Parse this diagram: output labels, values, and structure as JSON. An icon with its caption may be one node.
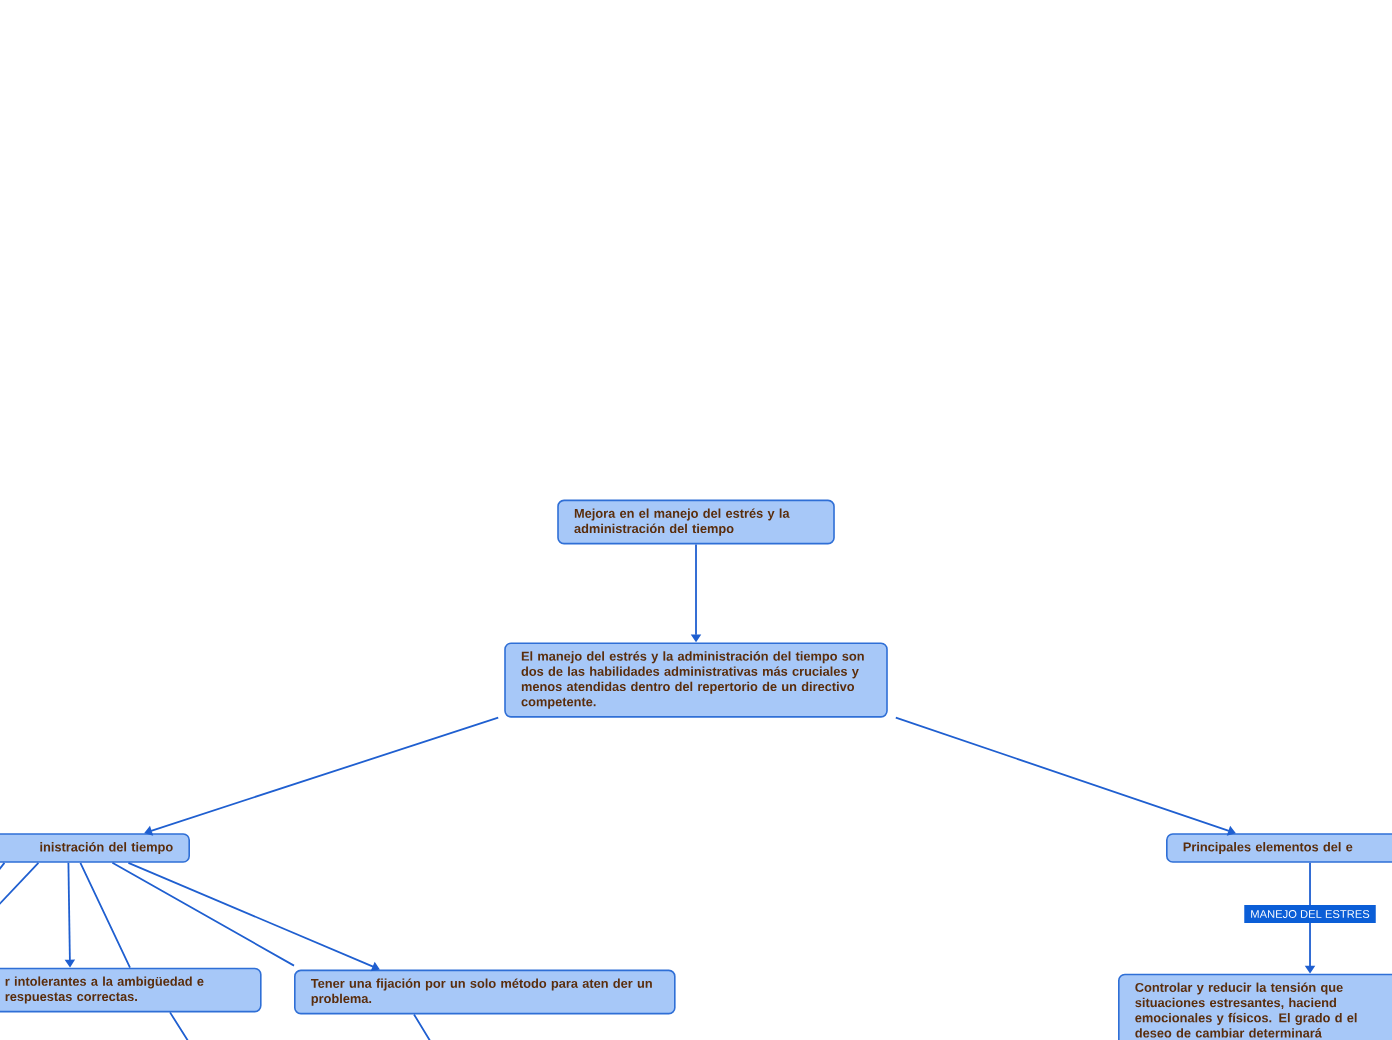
{
  "diagram": {
    "nodes": [
      {
        "text": [
          "Mejora en el manejo del estrés y la administración del tiempo"
        ]
      },
      {
        "text": [
          "El manejo del estrés y la administración del tiempo son dos de las habilidades administrativas más cruciales y menos atendidas dentro del repertorio de un directivo competente."
        ]
      },
      {
        "text": [
          "inistración del tiempo"
        ]
      },
      {
        "text": [
          "Principales elementos del e"
        ]
      },
      {
        "text": [
          "r intolerantes a la ambigüedad e respuestas correctas."
        ]
      },
      {
        "text": [
          "Tener una fijación por un solo método para aten der un problema."
        ]
      },
      {
        "text": [
          "Controlar y reducir la tensión que situaciones estresantes, haciend emocionales y físicos. El grado d el deseo de cambiar determinará"
        ]
      }
    ],
    "edges": [
      {
        "from": 0,
        "to": 1,
        "arrow": "to"
      },
      {
        "from": 1,
        "to": 2,
        "arrow": "to"
      },
      {
        "from": 1,
        "to": 3,
        "arrow": "to"
      },
      {
        "from": 3,
        "to": 6,
        "arrow": "to",
        "label": "MANEJO DEL ESTRES"
      },
      {
        "from": 2,
        "to": 4,
        "arrow": "to"
      },
      {
        "from": 2,
        "to": 5,
        "arrow": "to"
      },
      {
        "from": 2,
        "to": null,
        "arrow": "none"
      },
      {
        "from": 2,
        "to": null,
        "arrow": "none"
      },
      {
        "from": 2,
        "to": null,
        "arrow": "none"
      },
      {
        "from": 2,
        "to": null,
        "arrow": "none"
      }
    ]
  }
}
